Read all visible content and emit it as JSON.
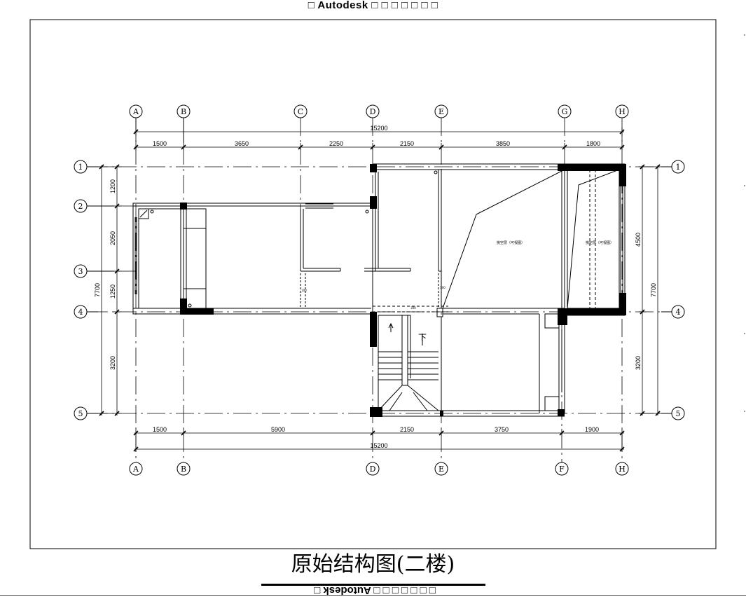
{
  "banner": {
    "top": "□ Autodesk □ □ □ □ □ □ □",
    "bottom": "□ □ □ □ □ □ □ Autodesk □"
  },
  "title": "原始结构图(二楼)",
  "axes": {
    "top_letters": [
      "A",
      "B",
      "C",
      "D",
      "E",
      "G",
      "H"
    ],
    "bottom_letters": [
      "A",
      "B",
      "D",
      "E",
      "F",
      "H"
    ],
    "rows_left": [
      "1",
      "2",
      "3",
      "4",
      "5"
    ],
    "rows_right": [
      "1",
      "4",
      "5"
    ]
  },
  "dimensions": {
    "top_total": "15200",
    "top_segments": [
      "1500",
      "3650",
      "2250",
      "2150",
      "3850",
      "1800"
    ],
    "bottom_total": "15200",
    "bottom_segments": [
      "1500",
      "5900",
      "2150",
      "3750",
      "1900"
    ],
    "left_segments": [
      "1200",
      "2050",
      "1250",
      "3200"
    ],
    "left_total": "7700",
    "right_segments": [
      "4500",
      "3200"
    ],
    "right_total": "7700"
  },
  "annotations": {
    "void_1": "挑空层（可视图）",
    "void_2": "挑空层（可视图）",
    "stair_down": "下",
    "small_1": "100",
    "small_2": "100",
    "small_3": "300"
  },
  "colors": {
    "line": "#000000",
    "wall": "#000000",
    "background": "#ffffff"
  }
}
